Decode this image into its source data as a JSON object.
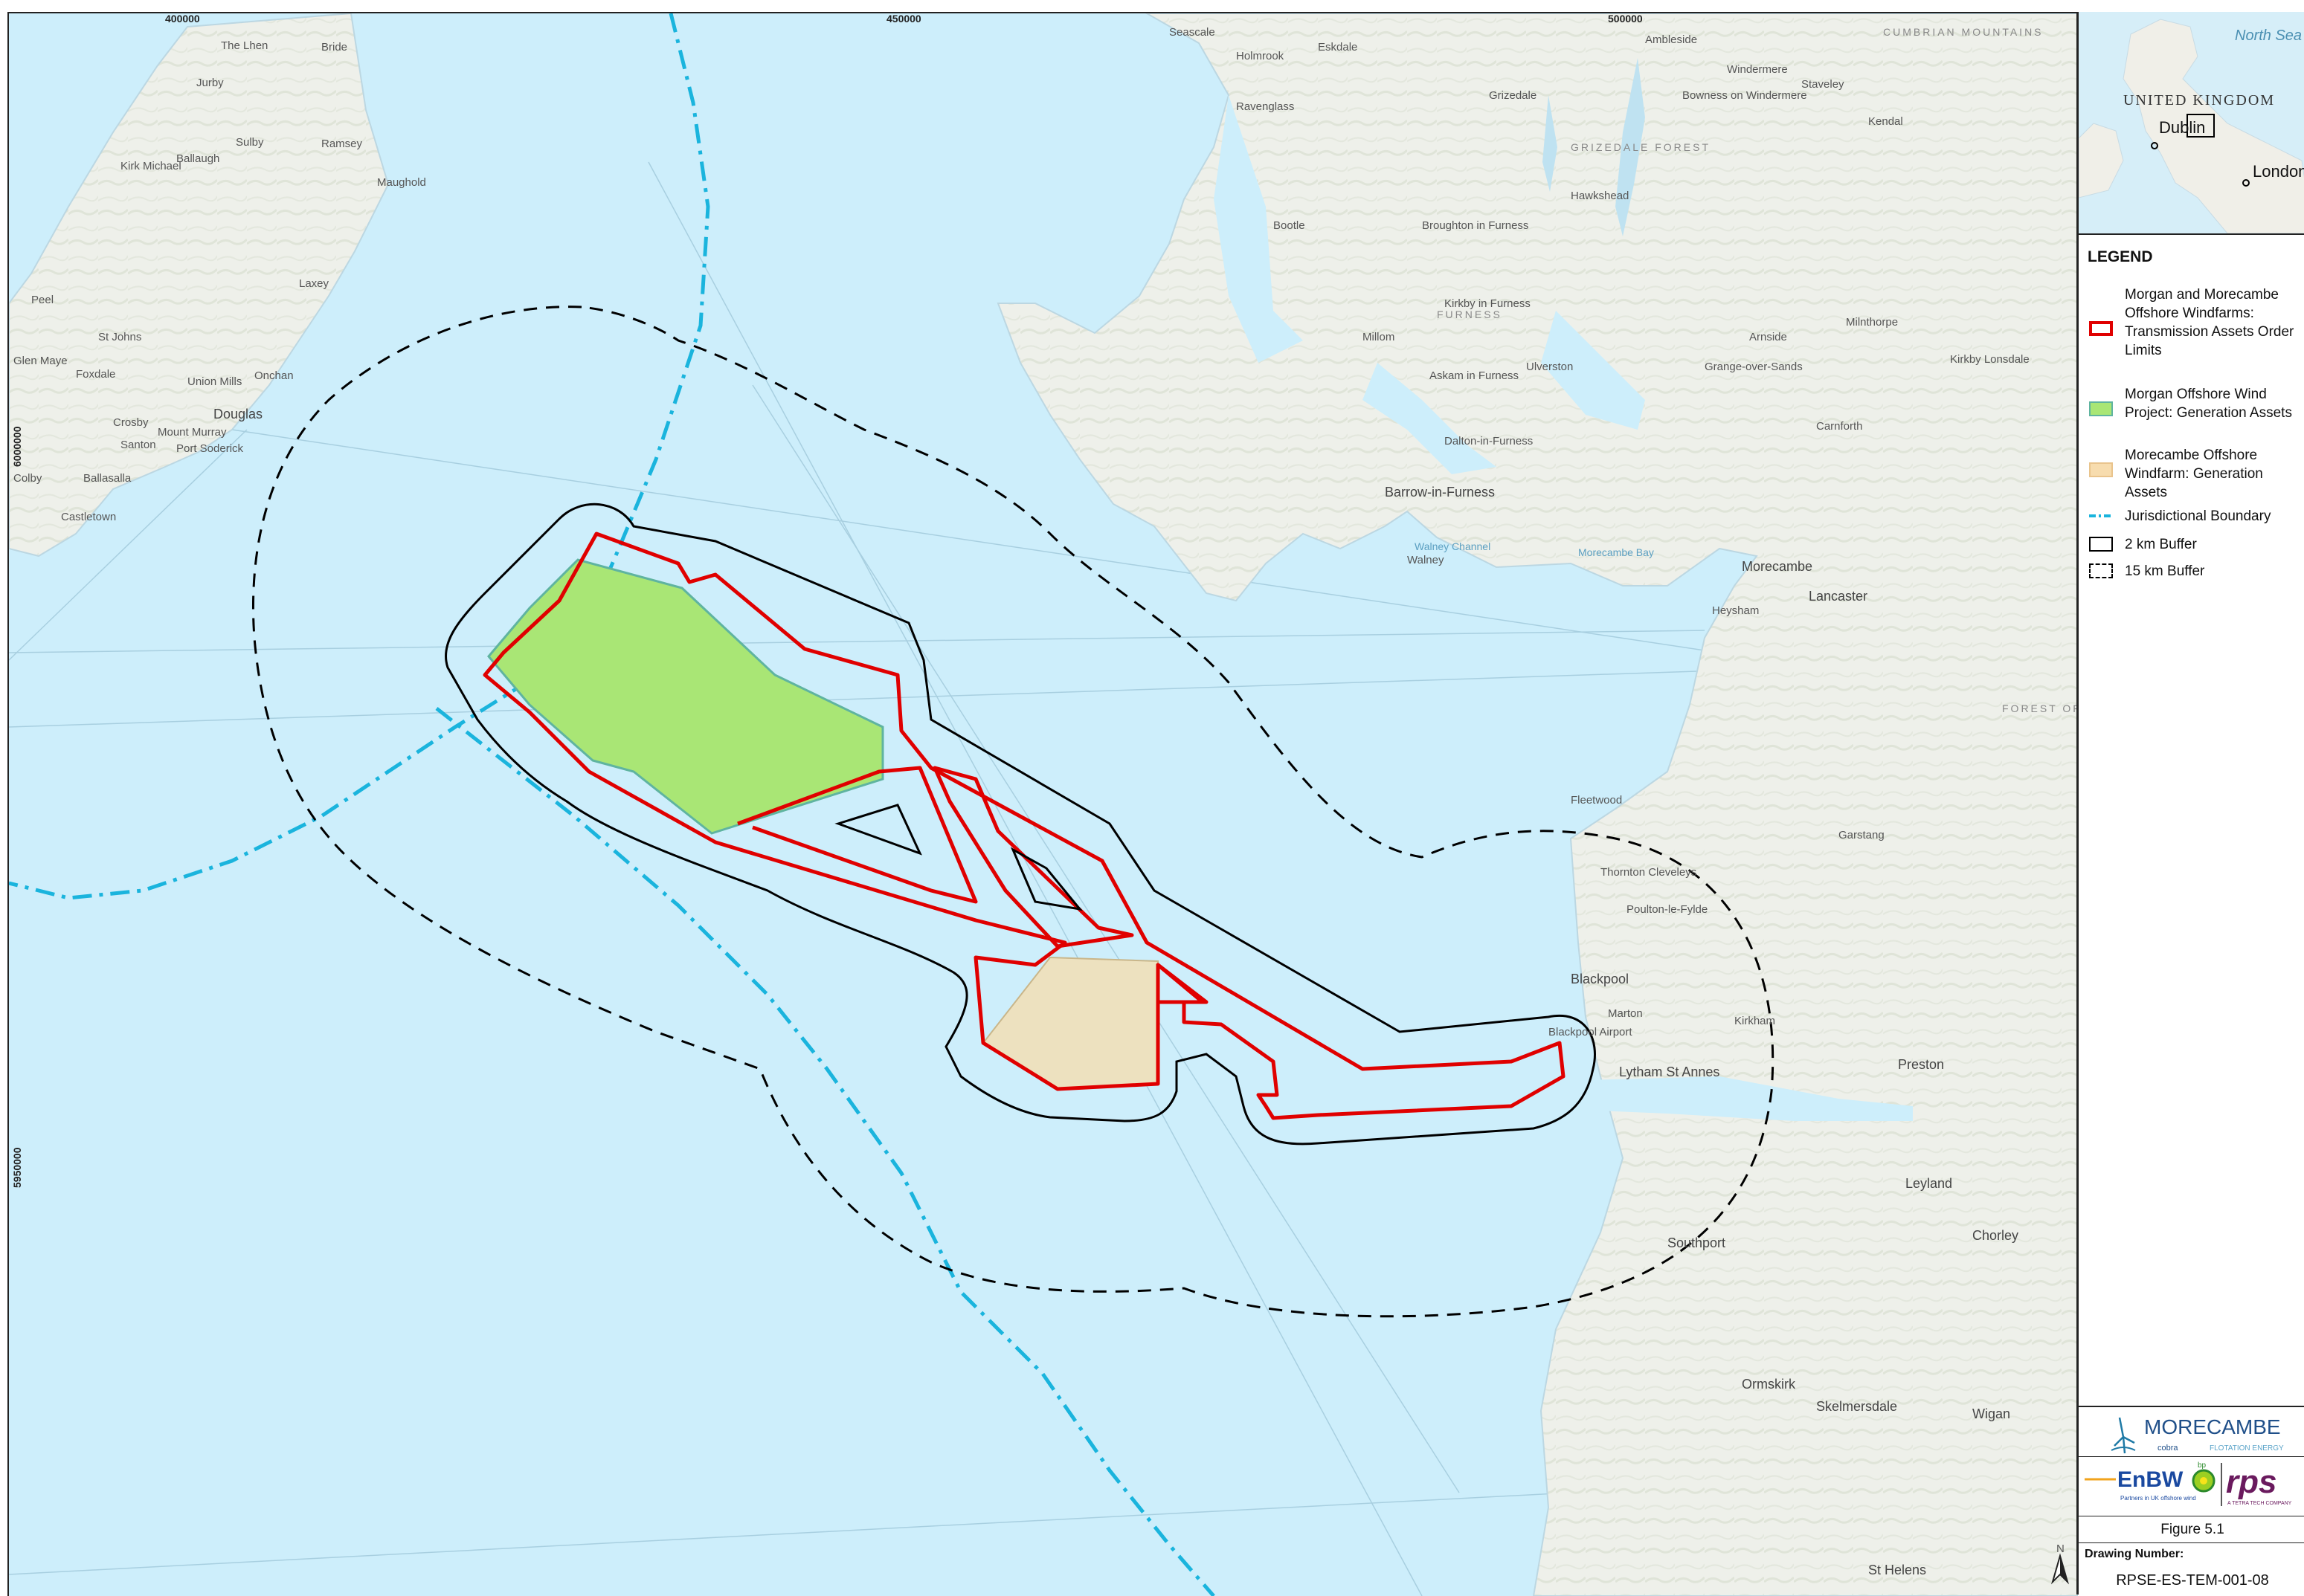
{
  "grid": {
    "easting": [
      "400000",
      "450000",
      "500000"
    ],
    "northing": [
      "6000000",
      "5950000"
    ]
  },
  "places": {
    "isle_of_man": [
      "The Lhen",
      "Bride",
      "Jurby",
      "Sulby",
      "Ramsey",
      "Maughold",
      "Ballaugh",
      "Laxey",
      "Kirk Michael",
      "Glen Maye",
      "Foxdale",
      "Union Mills",
      "Onchan",
      "Douglas",
      "Mount Murray",
      "Port Soderick",
      "Santon",
      "Ballasalla",
      "Colby",
      "Castletown",
      "Peel",
      "Crosby",
      "St Johns"
    ],
    "cumbria": [
      "Seascale",
      "Holmrook",
      "Eskdale",
      "Ravenglass",
      "Bootle",
      "Millom",
      "Broughton in Furness",
      "Grizedale",
      "Hawkshead",
      "Ulverston",
      "Dalton-in-Furness",
      "Barrow-in-Furness",
      "Walney",
      "Askam in Furness",
      "Kirkby in Furness",
      "Windermere",
      "Bowness on Windermere",
      "Kendal",
      "Staveley",
      "Grange-over-Sands",
      "Arnside",
      "Milnthorpe",
      "Carnforth",
      "Kirkby Lonsdale",
      "Ambleside"
    ],
    "lancashire": [
      "Morecambe",
      "Heysham",
      "Lancaster",
      "Fleetwood",
      "Thornton Cleveleys",
      "Poulton-le-Fylde",
      "Blackpool",
      "Marton",
      "Lytham St Annes",
      "Preston",
      "Leyland",
      "Chorley",
      "Southport",
      "Ormskirk",
      "Skelmersdale",
      "Wigan",
      "St Helens",
      "Kirkham",
      "Garstang"
    ],
    "blackpool_airport": "Blackpool Airport"
  },
  "regions": [
    "CUMBRIAN MOUNTAINS",
    "FURNESS",
    "GRIZEDALE FOREST",
    "FOREST OF BOWLAND"
  ],
  "water_labels": [
    "Morecambe Bay",
    "Walney Channel"
  ],
  "inset": {
    "labels": [
      "North Sea",
      "UNITED KINGDOM",
      "Dublin",
      "London"
    ]
  },
  "legend": {
    "title": "LEGEND",
    "items": [
      {
        "label": "Morgan and Morecambe Offshore Windfarms: Transmission Assets Order Limits",
        "swatch": "red-outline",
        "color": "#e00000"
      },
      {
        "label": "Morgan Offshore Wind Project: Generation Assets",
        "swatch": "green-fill",
        "color": "#a9e675"
      },
      {
        "label": "Morecambe Offshore Windfarm: Generation Assets",
        "swatch": "tan-fill",
        "color": "#f7dcae"
      },
      {
        "label": "Jurisdictional Boundary",
        "swatch": "cyan-dash-dot",
        "color": "#1ab4dd"
      },
      {
        "label": "2 km Buffer",
        "swatch": "black-outline",
        "color": "#000000"
      },
      {
        "label": "15 km Buffer",
        "swatch": "black-dashed",
        "color": "#000000"
      }
    ]
  },
  "logos": {
    "morecambe": "MORECAMBE",
    "morecambe_partners": [
      "cobra",
      "FLOTATION ENERGY"
    ],
    "enbw": "EnBW",
    "enbw_tagline": "Partners in UK offshore wind",
    "bp": "bp",
    "rps": "rps",
    "rps_tagline": "A TETRA TECH COMPANY"
  },
  "figure": "Figure 5.1",
  "drawing_number_label": "Drawing Number:",
  "drawing_number": "RPSE-ES-TEM-001-08",
  "north_arrow": "N",
  "colors": {
    "sea": "#cdeefb",
    "land": "#f2f2ee",
    "order_limits": "#e00000",
    "morgan": "#a9e675",
    "morecambe": "#ede1bf",
    "jurisdiction": "#1ab4dd"
  }
}
